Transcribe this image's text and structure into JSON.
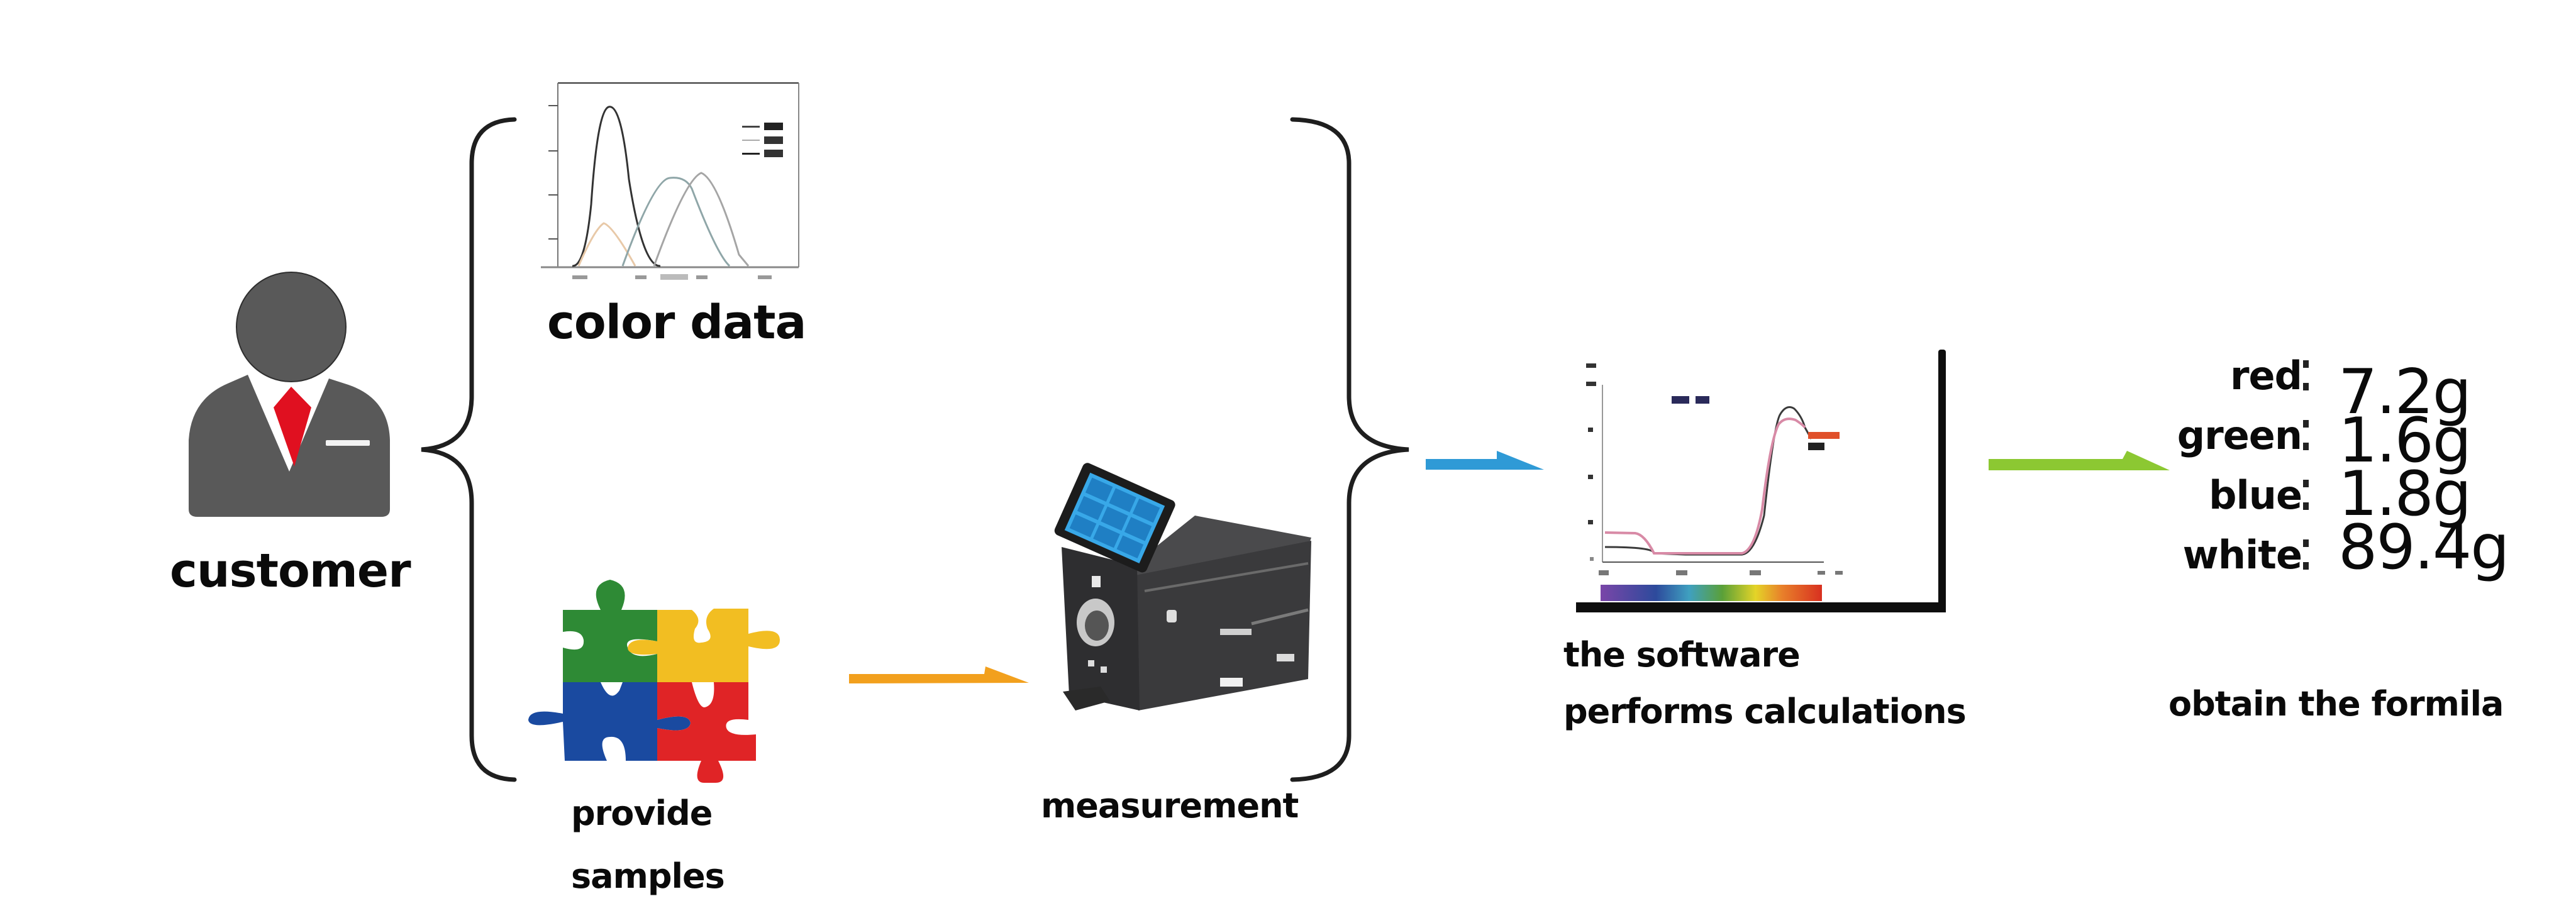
{
  "diagram": {
    "title": "Color matching workflow",
    "nodes": {
      "customer": {
        "label": "customer",
        "icon": "person-icon"
      },
      "color_data": {
        "label": "color data",
        "icon": "spectral-chart-icon"
      },
      "samples": {
        "label_line1": "provide",
        "label_line2": "samples",
        "icon": "puzzle-icon"
      },
      "measurement": {
        "label": "measurement",
        "icon": "spectrophotometer-icon"
      },
      "software": {
        "label_line1": "the software",
        "label_line2": "performs calculations",
        "icon": "software-chart-icon"
      },
      "formula": {
        "label": "obtain the formila"
      }
    },
    "formula_items": [
      {
        "name": "red",
        "value": "7.2g"
      },
      {
        "name": "green",
        "value": "1.6g"
      },
      {
        "name": "blue",
        "value": "1.8g"
      },
      {
        "name": "white",
        "value": "89.4g"
      }
    ],
    "edges": [
      {
        "from": "samples",
        "to": "measurement",
        "color": "#f2a01d"
      },
      {
        "from": "measurement",
        "to": "software",
        "color": "#2f9ad6"
      },
      {
        "from": "software",
        "to": "formula",
        "color": "#8cc832"
      }
    ]
  },
  "colors": {
    "person_body": "#595959",
    "tie": "#e01020",
    "brace": "#1e1e1e",
    "arrow_orange": "#f2a01d",
    "arrow_blue": "#2f9ad6",
    "arrow_green": "#8cc832",
    "puzzle_green": "#2e8a35",
    "puzzle_yellow": "#f2be22",
    "puzzle_blue": "#1a4aa0",
    "puzzle_red": "#e02426",
    "device_body": "#3a3a3c",
    "device_screen": "#38a8e8"
  }
}
